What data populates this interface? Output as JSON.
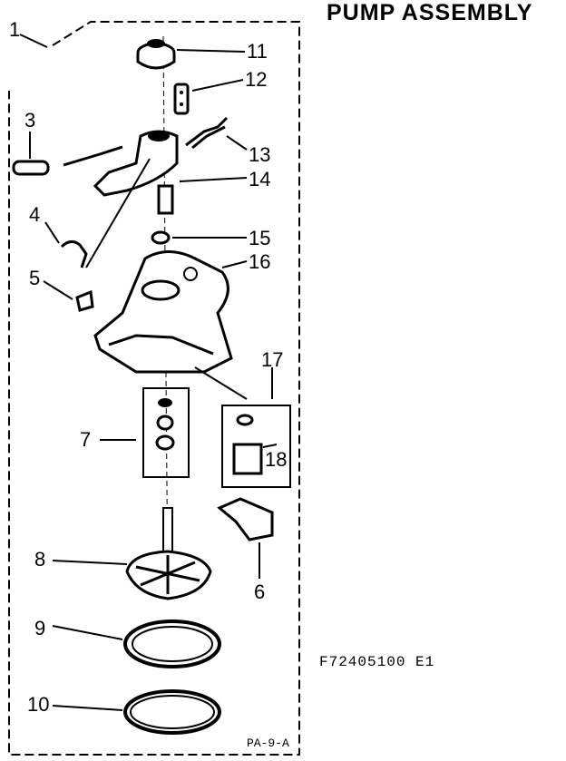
{
  "title": "PUMP ASSEMBLY",
  "reference_code": "F72405100 E1",
  "drawing_code": "PA-9-A",
  "callouts": [
    {
      "id": "c1",
      "label": "1"
    },
    {
      "id": "c3",
      "label": "3"
    },
    {
      "id": "c4",
      "label": "4"
    },
    {
      "id": "c5",
      "label": "5"
    },
    {
      "id": "c6",
      "label": "6"
    },
    {
      "id": "c7",
      "label": "7"
    },
    {
      "id": "c8",
      "label": "8"
    },
    {
      "id": "c9",
      "label": "9"
    },
    {
      "id": "c10",
      "label": "10"
    },
    {
      "id": "c11",
      "label": "11"
    },
    {
      "id": "c12",
      "label": "12"
    },
    {
      "id": "c13",
      "label": "13"
    },
    {
      "id": "c14",
      "label": "14"
    },
    {
      "id": "c15",
      "label": "15"
    },
    {
      "id": "c16",
      "label": "16"
    },
    {
      "id": "c17",
      "label": "17"
    },
    {
      "id": "c18",
      "label": "18"
    }
  ],
  "colors": {
    "ink": "#000000",
    "paper": "#ffffff"
  }
}
